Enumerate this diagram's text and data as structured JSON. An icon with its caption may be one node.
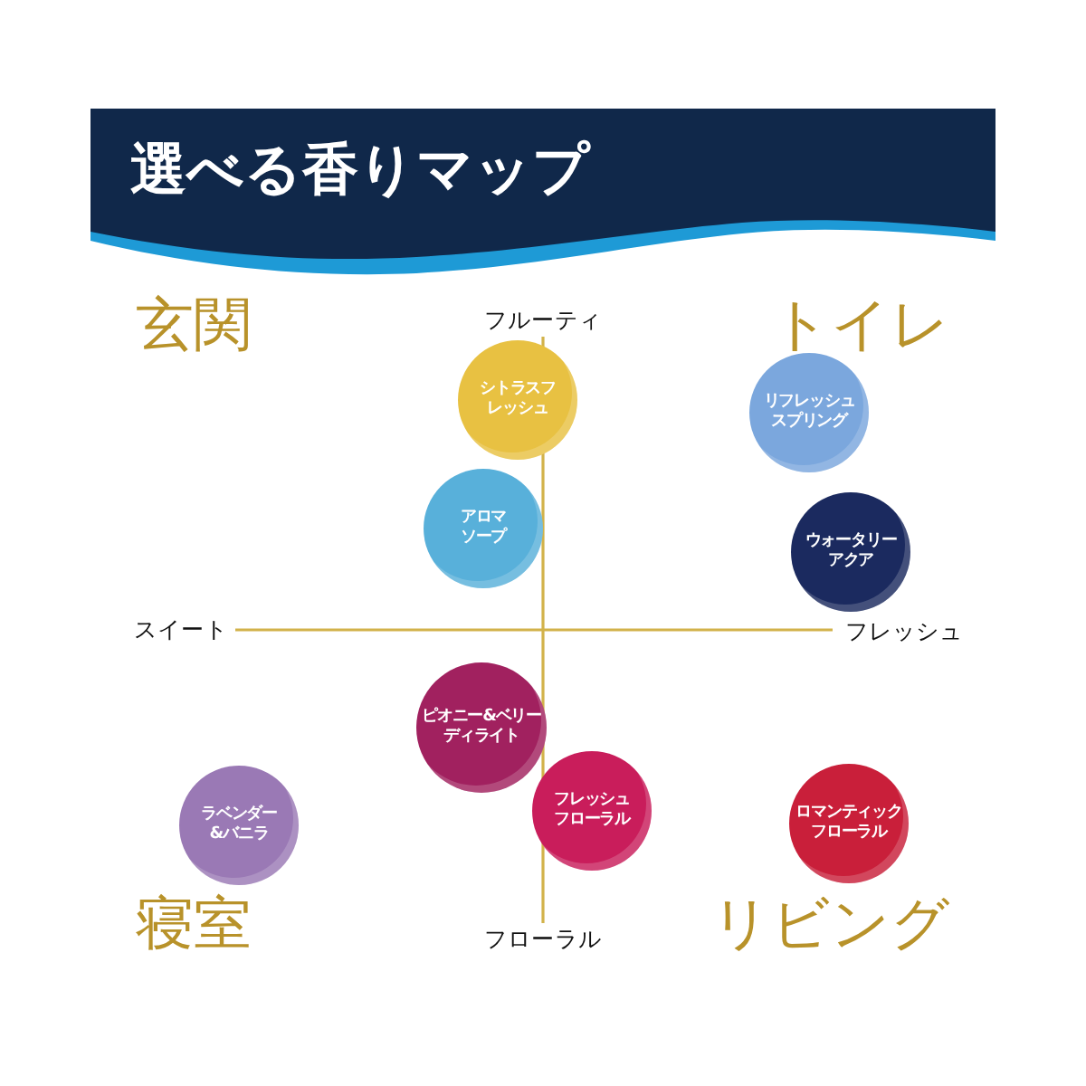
{
  "diagram": {
    "title": "選べる香りマップ",
    "nodes": [
      {
        "text": [
          "シトラスフレッシュ"
        ]
      },
      {
        "text": [
          "リフレッシュスプリング"
        ]
      },
      {
        "text": [
          "アロマソープ"
        ]
      },
      {
        "text": [
          "ウォータリーアクア"
        ]
      },
      {
        "text": [
          "ピオニー&ベリーディライト"
        ]
      },
      {
        "text": [
          "ラベンダー&バニラ"
        ]
      },
      {
        "text": [
          "フレッシュフローラル"
        ]
      },
      {
        "text": [
          "ロマンティックフローラル"
        ]
      }
    ],
    "labels": [
      "玄関",
      "フルーティ",
      "トイレ",
      "スイート",
      "フレッシュ",
      "寝室",
      "フローラル",
      "リビング"
    ]
  }
}
